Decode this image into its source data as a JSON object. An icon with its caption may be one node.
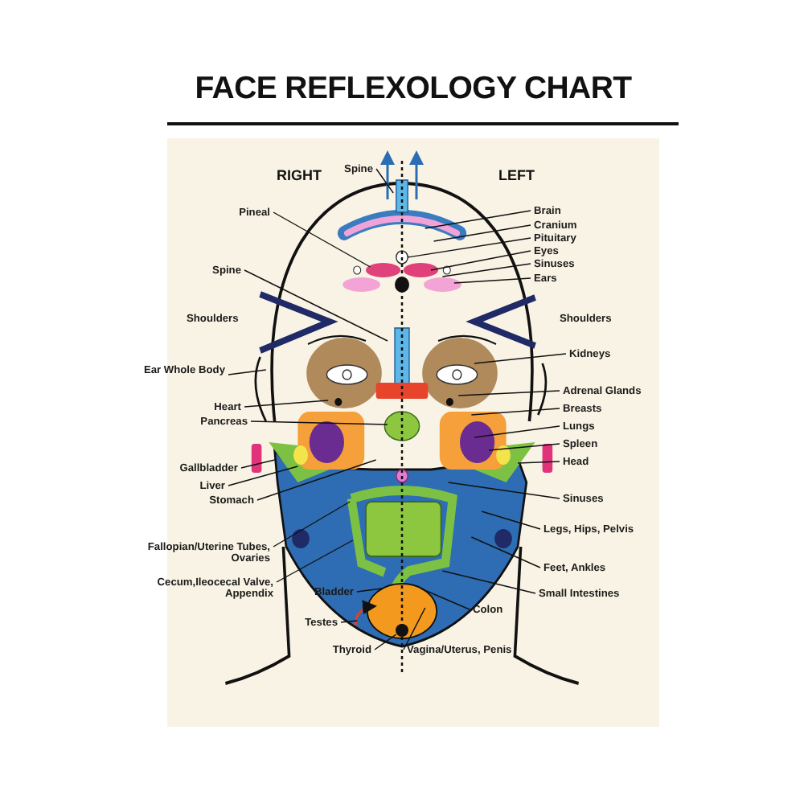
{
  "diagram": {
    "title": "FACE REFLEXOLOGY CHART",
    "nodes": [
      {
        "text": [
          "Spine"
        ]
      },
      {
        "text": [
          "Pineal"
        ]
      },
      {
        "text": [
          "Brain"
        ]
      },
      {
        "text": [
          "Cranium"
        ]
      },
      {
        "text": [
          "Pituitary"
        ]
      },
      {
        "text": [
          "Eyes"
        ]
      },
      {
        "text": [
          "Sinuses"
        ]
      },
      {
        "text": [
          "Ears"
        ]
      },
      {
        "text": [
          "Spine"
        ]
      },
      {
        "text": [
          "Kidneys"
        ]
      },
      {
        "text": [
          "Ear Whole Body"
        ]
      },
      {
        "text": [
          "Adrenal Glands"
        ]
      },
      {
        "text": [
          "Heart"
        ]
      },
      {
        "text": [
          "Breasts"
        ]
      },
      {
        "text": [
          "Pancreas"
        ]
      },
      {
        "text": [
          "Lungs"
        ]
      },
      {
        "text": [
          "Spleen"
        ]
      },
      {
        "text": [
          "Head"
        ]
      },
      {
        "text": [
          "Gallbladder"
        ]
      },
      {
        "text": [
          "Liver"
        ]
      },
      {
        "text": [
          "Stomach"
        ]
      },
      {
        "text": [
          "Sinuses"
        ]
      },
      {
        "text": [
          "Legs, Hips, Pelvis"
        ]
      },
      {
        "text": [
          "Fallopian/Uterine Tubes, Ovaries"
        ]
      },
      {
        "text": [
          "Feet, Ankles"
        ]
      },
      {
        "text": [
          "Cecum,Ileocecal Valve, Appendix"
        ]
      },
      {
        "text": [
          "Small Intestines"
        ]
      },
      {
        "text": [
          "Bladder"
        ]
      },
      {
        "text": [
          "Colon"
        ]
      },
      {
        "text": [
          "Testes"
        ]
      },
      {
        "text": [
          "Vagina/Uterus, Penis"
        ]
      },
      {
        "text": [
          "Thyroid"
        ]
      },
      {
        "text": [],
        "shape": "circle"
      }
    ],
    "edges": [
      {
        "from": 0,
        "to": null,
        "arrow": "none"
      },
      {
        "from": 1,
        "to": null,
        "arrow": "none"
      },
      {
        "from": 2,
        "to": null,
        "arrow": "none"
      },
      {
        "from": 3,
        "to": null,
        "arrow": "none"
      },
      {
        "from": 4,
        "to": null,
        "arrow": "none"
      },
      {
        "from": 5,
        "to": null,
        "arrow": "none"
      },
      {
        "from": 6,
        "to": null,
        "arrow": "none"
      },
      {
        "from": 7,
        "to": null,
        "arrow": "none"
      },
      {
        "from": 8,
        "to": null,
        "arrow": "none"
      },
      {
        "from": 9,
        "to": null,
        "arrow": "none"
      },
      {
        "from": 10,
        "to": null,
        "arrow": "none"
      },
      {
        "from": 11,
        "to": null,
        "arrow": "none"
      },
      {
        "from": 12,
        "to": null,
        "arrow": "none"
      },
      {
        "from": 13,
        "to": null,
        "arrow": "none"
      },
      {
        "from": 14,
        "to": null,
        "arrow": "none"
      },
      {
        "from": 15,
        "to": null,
        "arrow": "none"
      },
      {
        "from": 16,
        "to": null,
        "arrow": "none"
      },
      {
        "from": 17,
        "to": null,
        "arrow": "none"
      },
      {
        "from": 18,
        "to": null,
        "arrow": "none"
      },
      {
        "from": 19,
        "to": null,
        "arrow": "none"
      },
      {
        "from": 20,
        "to": null,
        "arrow": "none"
      },
      {
        "from": 21,
        "to": null,
        "arrow": "none"
      },
      {
        "from": 22,
        "to": null,
        "arrow": "none"
      },
      {
        "from": 23,
        "to": null,
        "arrow": "none"
      },
      {
        "from": 24,
        "to": null,
        "arrow": "none"
      },
      {
        "from": 25,
        "to": null,
        "arrow": "none"
      },
      {
        "from": 26,
        "to": null,
        "arrow": "none"
      },
      {
        "from": 27,
        "to": null,
        "arrow": "none"
      },
      {
        "from": 28,
        "to": null,
        "arrow": "none"
      },
      {
        "from": 29,
        "to": null,
        "arrow": "none"
      },
      {
        "from": 30,
        "to": null,
        "arrow": "none"
      },
      {
        "from": 31,
        "to": 32,
        "arrow": "none"
      }
    ],
    "labels": [
      "RIGHT",
      "LEFT",
      "Shoulders",
      "Shoulders"
    ]
  }
}
